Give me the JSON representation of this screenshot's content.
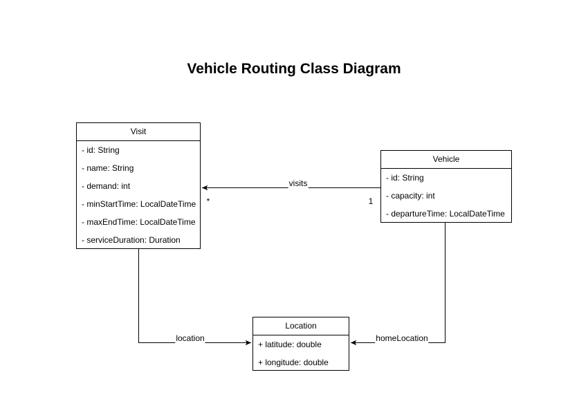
{
  "title": "Vehicle Routing Class Diagram",
  "classes": {
    "visit": {
      "name": "Visit",
      "attributes": [
        "- id: String",
        "- name: String",
        "- demand: int",
        "- minStartTime: LocalDateTime",
        "- maxEndTime: LocalDateTime",
        "- serviceDuration: Duration"
      ]
    },
    "vehicle": {
      "name": "Vehicle",
      "attributes": [
        "- id: String",
        "- capacity: int",
        "- departureTime: LocalDateTime"
      ]
    },
    "location": {
      "name": "Location",
      "attributes": [
        "+ latitude: double",
        "+ longitude: double"
      ]
    }
  },
  "edges": {
    "visits": {
      "label": "visits",
      "multiplicity_at_visit": "*",
      "multiplicity_at_vehicle": "1"
    },
    "location": {
      "label": "location"
    },
    "home_location": {
      "label": "homeLocation"
    }
  },
  "colors": {
    "stroke": "#000000",
    "shape_fill": "#ffffff",
    "text": "#000000",
    "background": "#ffffff"
  }
}
